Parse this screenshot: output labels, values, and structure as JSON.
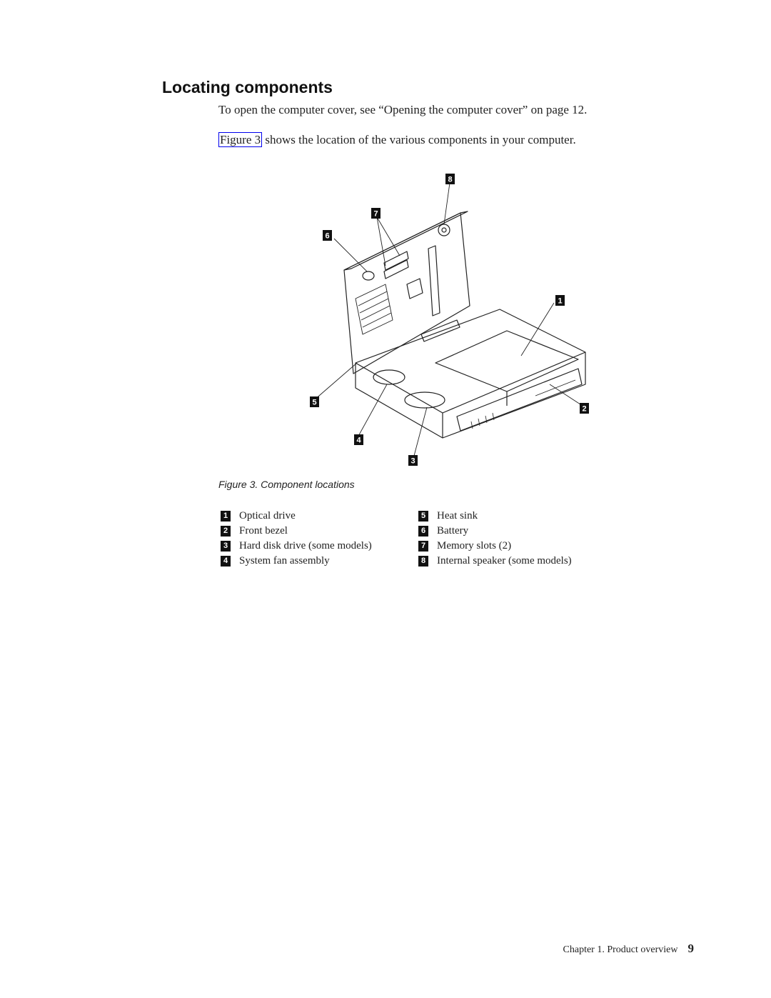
{
  "heading": "Locating components",
  "para1": "To open the computer cover, see “Opening the computer cover” on page 12.",
  "para2": {
    "link": "Figure 3",
    "rest": " shows the location of the various components in your computer."
  },
  "figure_callouts": [
    "1",
    "2",
    "3",
    "4",
    "5",
    "6",
    "7",
    "8"
  ],
  "caption": "Figure 3. Component locations",
  "legend": [
    {
      "num": "1",
      "label": "Optical drive"
    },
    {
      "num": "2",
      "label": "Front bezel"
    },
    {
      "num": "3",
      "label": "Hard disk drive (some models)"
    },
    {
      "num": "4",
      "label": "System fan assembly"
    },
    {
      "num": "5",
      "label": "Heat sink"
    },
    {
      "num": "6",
      "label": "Battery"
    },
    {
      "num": "7",
      "label": "Memory slots (2)"
    },
    {
      "num": "8",
      "label": "Internal speaker (some models)"
    }
  ],
  "footer": {
    "chapter": "Chapter 1. Product overview",
    "page": "9"
  }
}
